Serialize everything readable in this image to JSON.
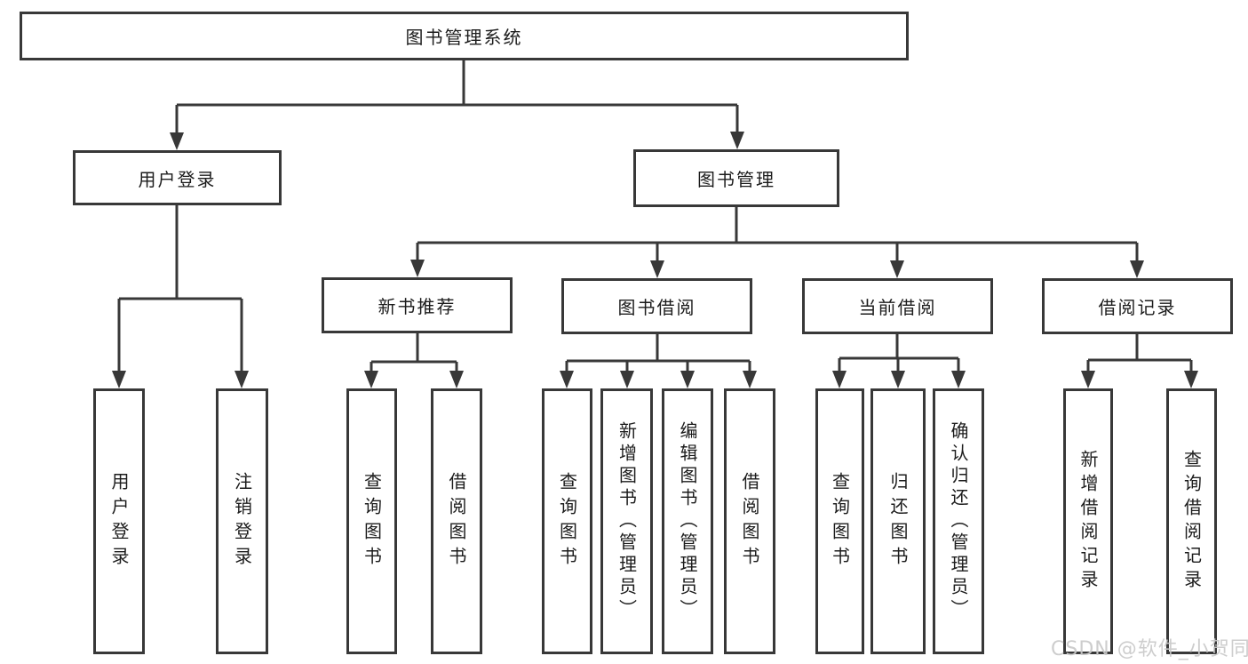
{
  "diagram": {
    "root_label": "图书管理系统",
    "level1": {
      "user_login": "用户登录",
      "book_mgmt": "图书管理"
    },
    "level2": {
      "new_book": "新书推荐",
      "book_borrow": "图书借阅",
      "current_borrow": "当前借阅",
      "borrow_record": "借阅记录"
    },
    "leaves": {
      "user_login": "用户登录",
      "logout": "注销登录",
      "rec_query": "查询图书",
      "rec_borrow": "借阅图书",
      "bb_query": "查询图书",
      "bb_add": "新增图书（管理员）",
      "bb_edit": "编辑图书（管理员）",
      "bb_borrow": "借阅图书",
      "cb_query": "查询图书",
      "cb_return": "归还图书",
      "cb_confirm": "确认归还（管理员）",
      "br_add": "新增借阅记录",
      "br_query": "查询借阅记录"
    },
    "watermark": "CSDN @软件_小贺同学",
    "colors": {
      "line": "#383838",
      "text": "#1c1c1c",
      "watermark": "#c9c9c9",
      "background": "#ffffff"
    }
  }
}
